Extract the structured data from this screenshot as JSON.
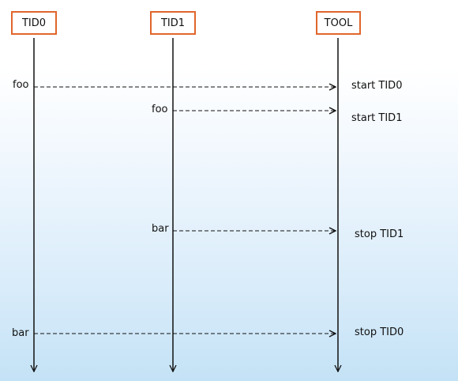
{
  "colors": {
    "box_border": "#e0662c",
    "line": "#111111"
  },
  "participants": [
    {
      "id": "tid0",
      "label": "TID0"
    },
    {
      "id": "tid1",
      "label": "TID1"
    },
    {
      "id": "tool",
      "label": "TOOL"
    }
  ],
  "messages": [
    {
      "from": "tid0",
      "to": "tool",
      "call_label": "foo",
      "result_label": "start TID0"
    },
    {
      "from": "tid1",
      "to": "tool",
      "call_label": "foo",
      "result_label": "start TID1"
    },
    {
      "from": "tid1",
      "to": "tool",
      "call_label": "bar",
      "result_label": "stop TID1"
    },
    {
      "from": "tid0",
      "to": "tool",
      "call_label": "bar",
      "result_label": "stop TID0"
    }
  ]
}
